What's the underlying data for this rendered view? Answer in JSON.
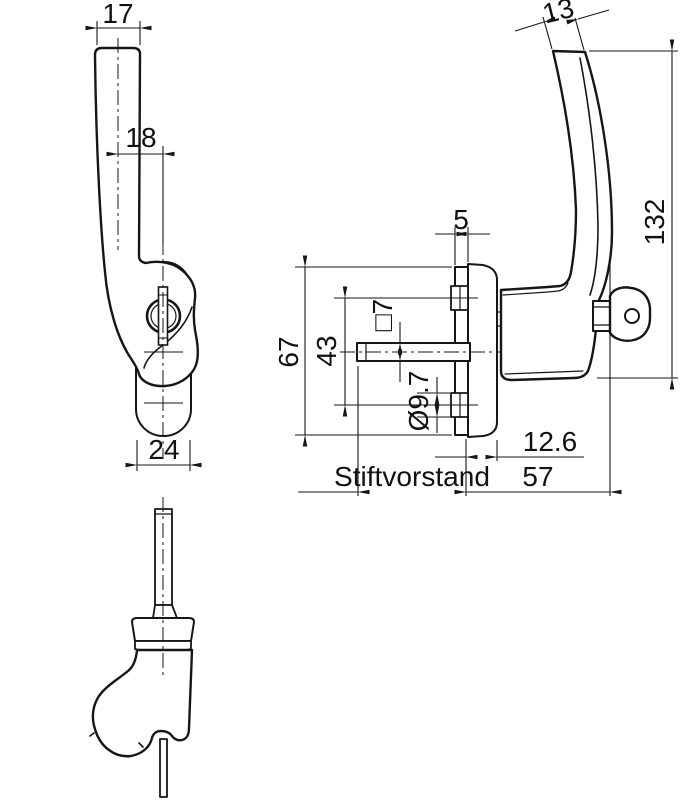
{
  "drawing": {
    "title": "lockable window handle technical drawing",
    "background_color": "#ffffff",
    "line_color": "#161616",
    "views": [
      "front-view",
      "side-view",
      "bottom-view"
    ]
  },
  "dimensions": {
    "grip_width": "17",
    "grip_center_offset": "18",
    "rosette_width": "24",
    "lever_top_width": "13",
    "handle_height": "132",
    "plate_thickness": "5",
    "plate_length": "67",
    "screw_hole_spacing": "43",
    "spindle_square": "□7",
    "boss_diameter": "Ø9.7",
    "cover_offset": "12.6",
    "total_depth": "57",
    "pin_projection_label": "Stiftvorstand"
  }
}
